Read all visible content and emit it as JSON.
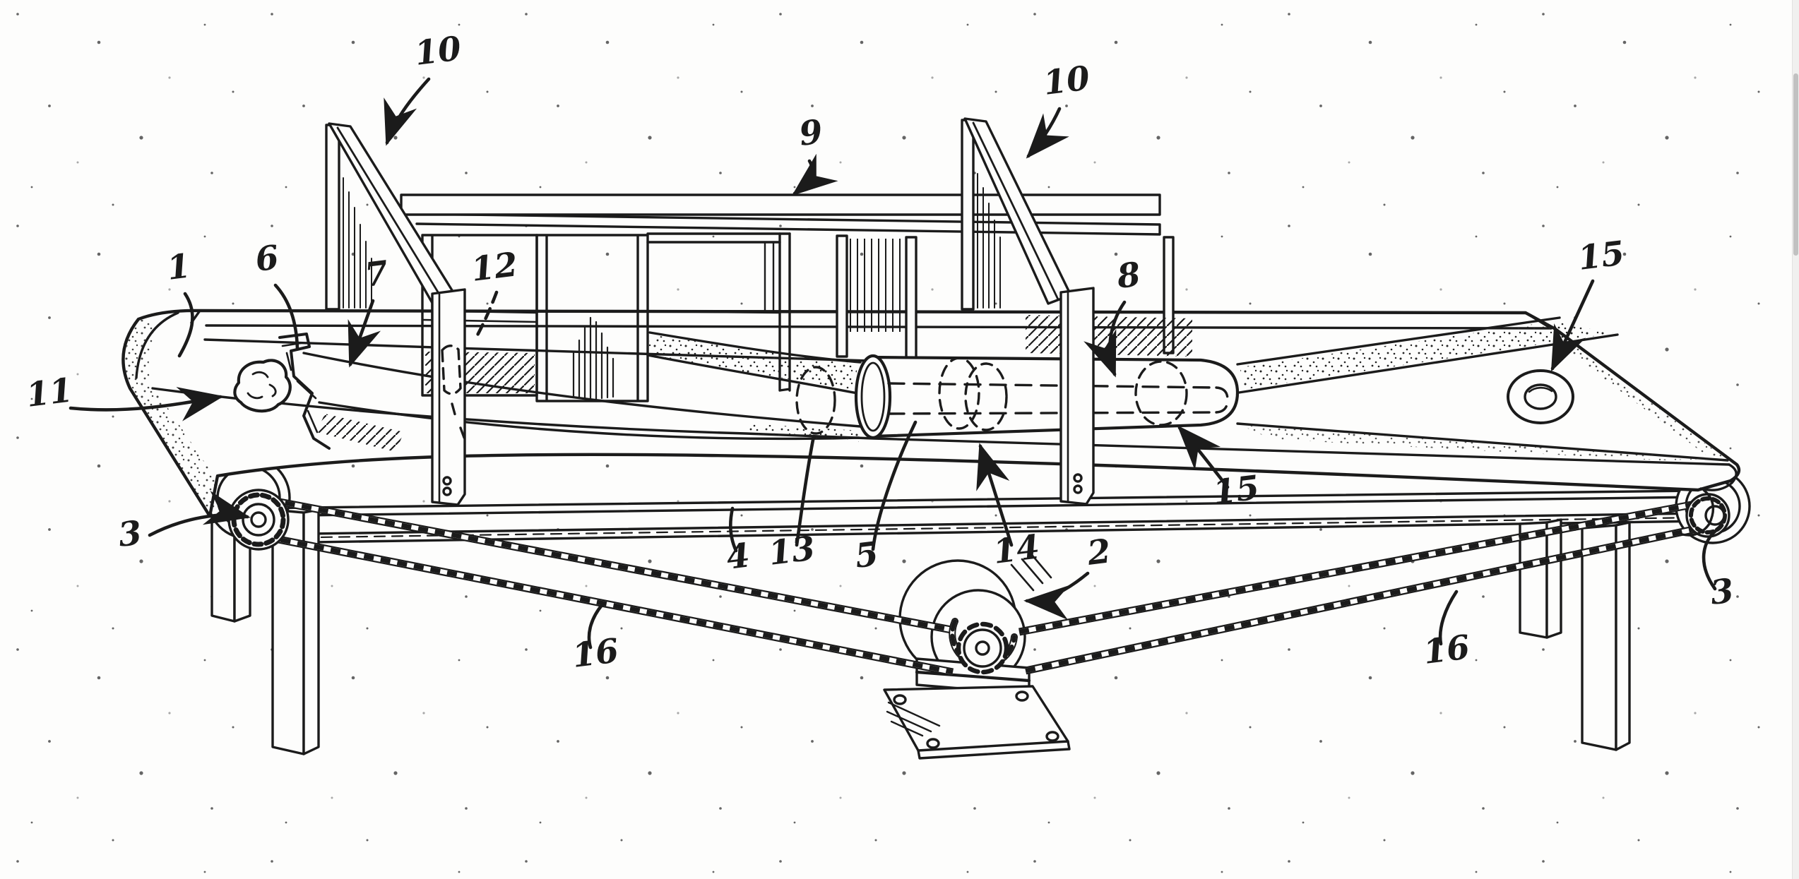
{
  "figure": {
    "kind": "patent line drawing",
    "subject": "Perspective view of a conveyor apparatus with belt-twisting tube, overhead gantry frame, hopper plates and chain drive",
    "paper_color": "#fdfdfc",
    "ink_color": "#1b1b1b",
    "reference_labels": [
      {
        "id": "1",
        "text": "1"
      },
      {
        "id": "2",
        "text": "2"
      },
      {
        "id": "3-left",
        "text": "3"
      },
      {
        "id": "3-right",
        "text": "3"
      },
      {
        "id": "4",
        "text": "4"
      },
      {
        "id": "5",
        "text": "5"
      },
      {
        "id": "6",
        "text": "6"
      },
      {
        "id": "7",
        "text": "7"
      },
      {
        "id": "8",
        "text": "8"
      },
      {
        "id": "9",
        "text": "9"
      },
      {
        "id": "10-left",
        "text": "10"
      },
      {
        "id": "10-right",
        "text": "10"
      },
      {
        "id": "11",
        "text": "11"
      },
      {
        "id": "12",
        "text": "12"
      },
      {
        "id": "13",
        "text": "13"
      },
      {
        "id": "14",
        "text": "14"
      },
      {
        "id": "15-mid",
        "text": "15"
      },
      {
        "id": "15-right",
        "text": "15"
      },
      {
        "id": "16-left",
        "text": "16"
      },
      {
        "id": "16-right",
        "text": "16"
      }
    ]
  },
  "scrollbar": {
    "orientation": "vertical"
  }
}
